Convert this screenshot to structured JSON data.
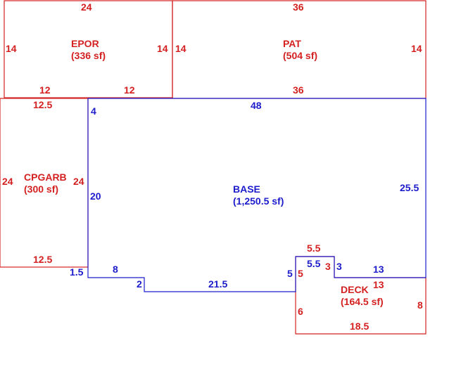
{
  "colors": {
    "addition": "#d42020",
    "base": "#1c1ccc",
    "background": "#ffffff"
  },
  "areas": {
    "epor": {
      "name": "EPOR",
      "area": "(336 sf)"
    },
    "pat": {
      "name": "PAT",
      "area": "(504 sf)"
    },
    "cpgarb": {
      "name": "CPGARB",
      "area": "(300 sf)"
    },
    "base": {
      "name": "BASE",
      "area": "(1,250.5 sf)"
    },
    "deck": {
      "name": "DECK",
      "area": "(164.5 sf)"
    }
  },
  "dims": {
    "epor_top": "24",
    "epor_left": "14",
    "epor_right": "14",
    "epor_bottom_a": "12",
    "epor_bottom_b": "12",
    "pat_top": "36",
    "pat_left": "14",
    "pat_right": "14",
    "pat_bottom": "36",
    "cpg_top": "12.5",
    "cpg_left": "24",
    "cpg_right": "24",
    "cpg_bottom": "12.5",
    "base_4": "4",
    "base_48": "48",
    "base_20": "20",
    "base_25_5": "25.5",
    "base_1_5": "1.5",
    "base_8": "8",
    "base_2": "2",
    "base_21_5": "21.5",
    "base_5": "5",
    "base_5_5": "5.5",
    "base_3": "3",
    "base_13": "13",
    "deck_5_5": "5.5",
    "deck_5": "5",
    "deck_3": "3",
    "deck_13": "13",
    "deck_6": "6",
    "deck_8": "8",
    "deck_18_5": "18.5"
  }
}
